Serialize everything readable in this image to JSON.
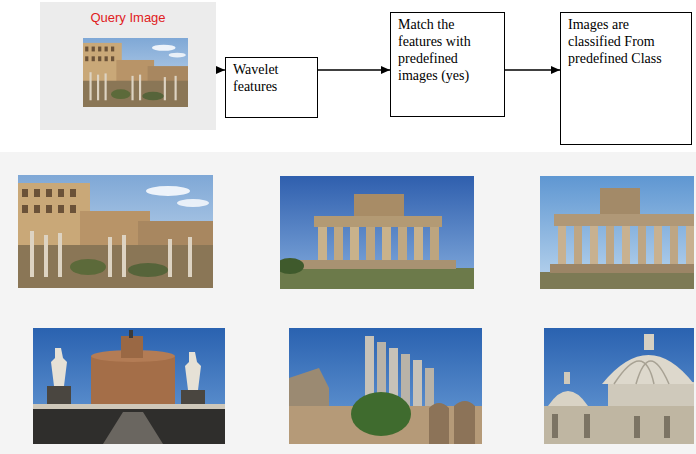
{
  "diagram": {
    "nodes": [
      {
        "text": [
          "Query Image"
        ]
      },
      {
        "text": [
          "Wavelet features"
        ]
      },
      {
        "text": [
          "Match the features with predefined images (yes)"
        ]
      },
      {
        "text": [
          "Images are classified From predefined Class"
        ]
      }
    ],
    "edges": [
      {
        "from": 0,
        "to": 1,
        "arrow": "to"
      },
      {
        "from": 1,
        "to": 2,
        "arrow": "to"
      },
      {
        "from": 2,
        "to": 3,
        "arrow": "to"
      }
    ]
  }
}
